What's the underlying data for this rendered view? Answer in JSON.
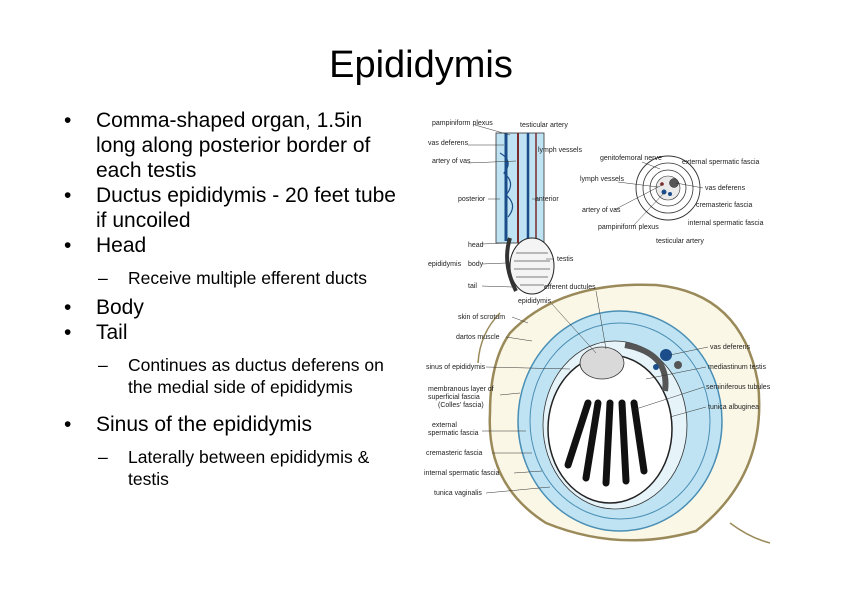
{
  "slide": {
    "title": "Epididymis"
  },
  "bullets": [
    {
      "text": "Comma-shaped organ, 1.5in long along posterior border of each testis",
      "subs": []
    },
    {
      "text": "Ductus epididymis - 20 feet tube if uncoiled",
      "subs": []
    },
    {
      "text": "Head",
      "subs": [
        "Receive multiple efferent ducts"
      ]
    },
    {
      "text": "Body",
      "subs": []
    },
    {
      "text": "Tail",
      "subs": [
        "Continues as ductus deferens on the medial side of epididymis"
      ]
    },
    {
      "text": "Sinus of the epididymis",
      "subs": [
        "Laterally between epididymis & testis"
      ]
    }
  ],
  "figure": {
    "top_labels": {
      "pampiniform_plexus": "pampiniform plexus",
      "testicular_artery": "testicular artery",
      "vas_deferens": "vas deferens",
      "lymph_vessels": "lymph vessels",
      "artery_of_vas": "artery of vas",
      "posterior": "posterior",
      "anterior": "anterior",
      "head": "head",
      "epididymis": "epididymis",
      "body": "body",
      "tail": "tail",
      "testis": "testis"
    },
    "cross_labels": {
      "genitofemoral_nerve": "genitofemoral nerve",
      "external_spermatic_fascia": "external spermatic fascia",
      "lymph_vessels": "lymph vessels",
      "vas_deferens": "vas deferens",
      "cremasteric_fascia": "cremasteric fascia",
      "artery_of_vas": "artery of vas",
      "internal_spermatic_fascia": "internal spermatic fascia",
      "pampiniform_plexus": "pampiniform plexus",
      "testicular_artery": "testicular artery"
    },
    "bottom_labels": {
      "efferent_ductules": "efferent ductules",
      "epididymis": "epididymis",
      "skin_of_scrotum": "skin of scrotum",
      "dartos_muscle": "dartos muscle",
      "sinus_of_epididymis": "sinus of epididymis",
      "membranous_1": "membranous layer of",
      "membranous_2": "superficial fascia",
      "membranous_3": "(Colles' fascia)",
      "external_1": "external",
      "external_2": "spermatic fascia",
      "cremasteric_fascia": "cremasteric fascia",
      "internal_spermatic_fascia": "internal spermatic fascia",
      "tunica_vaginalis": "tunica vaginalis",
      "vas_deferens": "vas deferens",
      "mediastinum_testis": "mediastinum testis",
      "seminiferous_tubules": "seminiferous tubules",
      "tunica_albuginea": "tunica albuginea"
    }
  }
}
